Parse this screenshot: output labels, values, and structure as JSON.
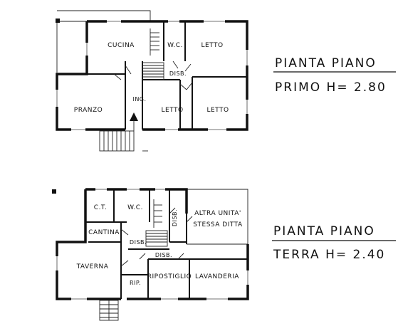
{
  "first_floor": {
    "title_line1": "PIANTA   PIANO",
    "title_line2": "PRIMO   H= 2.80",
    "rooms": {
      "cucina": "CUCINA",
      "wc": "W.C.",
      "letto_ne": "LETTO",
      "disb": "DISB.",
      "pranzo": "PRANZO",
      "ing": "ING.",
      "letto_c": "LETTO",
      "letto_se": "LETTO"
    }
  },
  "ground_floor": {
    "title_line1": "PIANTA   PIANO",
    "title_line2": "TERRA   H= 2.40",
    "rooms": {
      "ct": "C.T.",
      "wc": "W.C.",
      "disb_v": "DISB.",
      "altra_unita": "ALTRA UNITA'",
      "stessa_ditta": "STESSA DITTA",
      "cantina": "CANTINA",
      "disb_a": "DISB.",
      "disb_b": "DISB.",
      "taverna": "TAVERNA",
      "rip": "RIP.",
      "ripostiglio": "RIPOSTIGLIO",
      "lavanderia": "LAVANDERIA"
    }
  }
}
